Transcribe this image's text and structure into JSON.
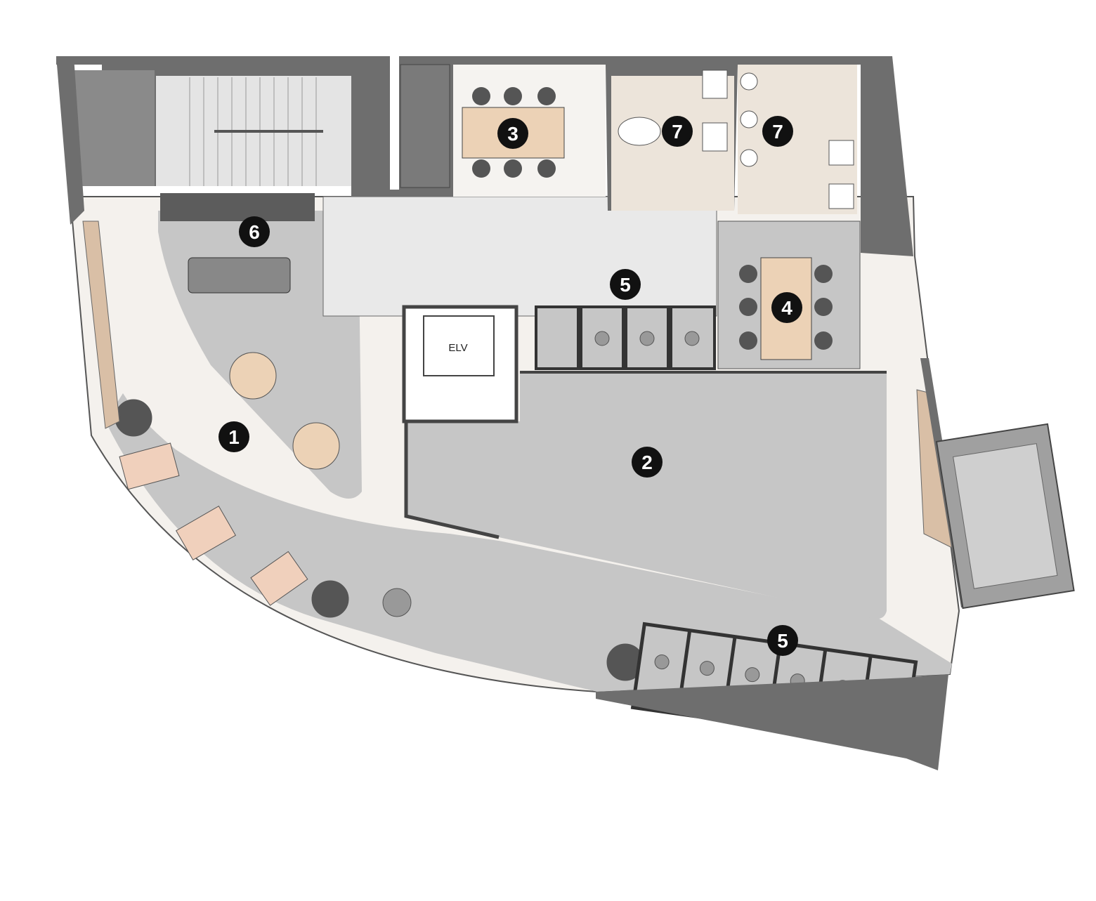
{
  "floor_plan": {
    "elevator_label": "ELV",
    "zone_markers": [
      {
        "id": "zone-1",
        "number": "1"
      },
      {
        "id": "zone-2",
        "number": "2"
      },
      {
        "id": "zone-3",
        "number": "3"
      },
      {
        "id": "zone-4",
        "number": "4"
      },
      {
        "id": "zone-5a",
        "number": "5"
      },
      {
        "id": "zone-5b",
        "number": "5"
      },
      {
        "id": "zone-6",
        "number": "6"
      },
      {
        "id": "zone-7a",
        "number": "7"
      },
      {
        "id": "zone-7b",
        "number": "7"
      }
    ],
    "colors": {
      "wall": "#6e6e6e",
      "floor_light": "#f4f1ed",
      "floor_gray": "#c6c6c6",
      "corridor": "#e9e9e9",
      "restroom": "#ece4da",
      "wood": "#ecd2b6",
      "marker": "#111111"
    }
  }
}
